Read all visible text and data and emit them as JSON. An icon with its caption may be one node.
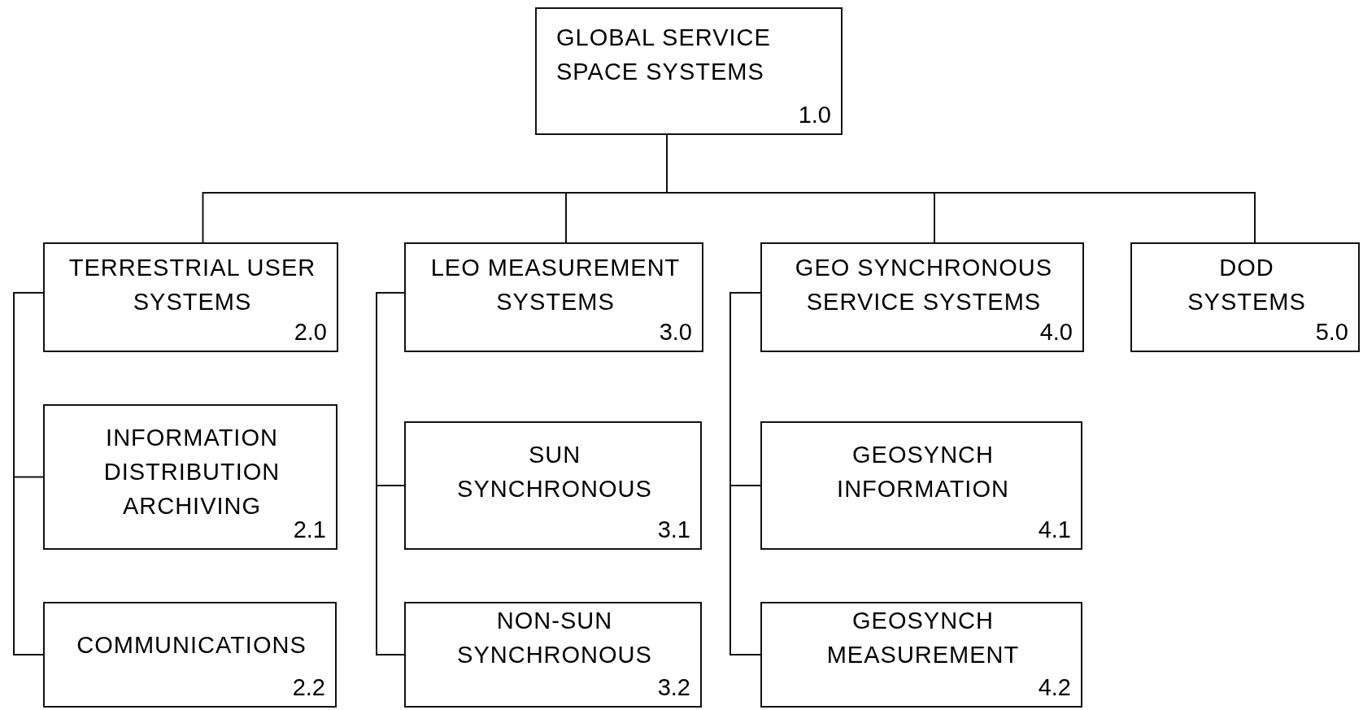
{
  "diagram": {
    "nodes": [
      {
        "text": [
          "GLOBAL SERVICE SPACE SYSTEMS",
          "1.0"
        ]
      },
      {
        "text": [
          "TERRESTRIAL USER SYSTEMS",
          "2.0"
        ]
      },
      {
        "text": [
          "INFORMATION DISTRIBUTION ARCHIVING",
          "2.1"
        ]
      },
      {
        "text": [
          "COMMUNICATIONS",
          "2.2"
        ]
      },
      {
        "text": [
          "LEO MEASUREMENT SYSTEMS",
          "3.0"
        ]
      },
      {
        "text": [
          "SUN SYNCHRONOUS",
          "3.1"
        ]
      },
      {
        "text": [
          "NON-SUN SYNCHRONOUS",
          "3.2"
        ]
      },
      {
        "text": [
          "GEO SYNCHRONOUS SERVICE SYSTEMS",
          "4.0"
        ]
      },
      {
        "text": [
          "GEOSYNCH INFORMATION",
          "4.1"
        ]
      },
      {
        "text": [
          "GEOSYNCH MEASUREMENT",
          "4.2"
        ]
      },
      {
        "text": [
          "DOD SYSTEMS",
          "5.0"
        ]
      }
    ],
    "edges": [
      {
        "from": 0,
        "to": 1,
        "arrow": "none"
      },
      {
        "from": 0,
        "to": 4,
        "arrow": "none"
      },
      {
        "from": 0,
        "to": 7,
        "arrow": "none"
      },
      {
        "from": 0,
        "to": 10,
        "arrow": "none"
      },
      {
        "from": 1,
        "to": 2,
        "arrow": "none"
      },
      {
        "from": 1,
        "to": 3,
        "arrow": "none"
      },
      {
        "from": 4,
        "to": 5,
        "arrow": "none"
      },
      {
        "from": 4,
        "to": 6,
        "arrow": "none"
      },
      {
        "from": 7,
        "to": 8,
        "arrow": "none"
      },
      {
        "from": 7,
        "to": 9,
        "arrow": "none"
      }
    ]
  }
}
